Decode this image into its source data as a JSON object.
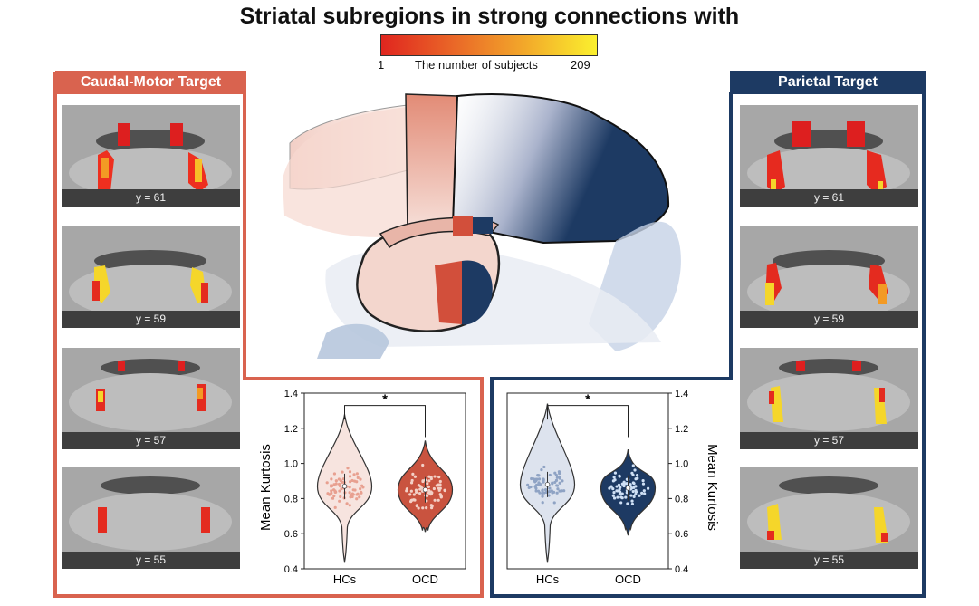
{
  "title": "Striatal subregions in strong connections with",
  "colorbar": {
    "min": "1",
    "label": "The number of subjects",
    "max": "209",
    "colors": [
      "#e0261f",
      "#ea6a28",
      "#f2a52a",
      "#fbf02e"
    ]
  },
  "left_panel": {
    "title": "Caudal-Motor Target",
    "color": "#d9634f",
    "slices": [
      "y = 61",
      "y = 59",
      "y = 57",
      "y = 55"
    ]
  },
  "right_panel": {
    "title": "Parietal Target",
    "color": "#1d3a63",
    "slices": [
      "y = 61",
      "y = 59",
      "y = 57",
      "y = 55"
    ]
  },
  "chart_data": [
    {
      "type": "violin",
      "categories": [
        "HCs",
        "OCD"
      ],
      "ylabel": "Mean Kurtosis",
      "ylim": [
        0.4,
        1.4
      ],
      "yticks": [
        "0.4",
        "0.6",
        "0.8",
        "1.0",
        "1.2",
        "1.4"
      ],
      "significance": "*",
      "colors": [
        "#f7e4df",
        "#c9533f"
      ],
      "series": [
        {
          "median": 0.87,
          "min": 0.44,
          "max": 1.28
        },
        {
          "median": 0.85,
          "min": 0.61,
          "max": 1.13
        }
      ]
    },
    {
      "type": "violin",
      "categories": [
        "HCs",
        "OCD"
      ],
      "ylabel": "Mean Kurtosis",
      "ylim": [
        0.4,
        1.4
      ],
      "yticks": [
        "0.4",
        "0.6",
        "0.8",
        "1.0",
        "1.2",
        "1.4"
      ],
      "significance": "*",
      "colors": [
        "#dde3ee",
        "#1d3a63"
      ],
      "series": [
        {
          "median": 0.88,
          "min": 0.44,
          "max": 1.34
        },
        {
          "median": 0.86,
          "min": 0.59,
          "max": 1.08
        }
      ]
    }
  ]
}
